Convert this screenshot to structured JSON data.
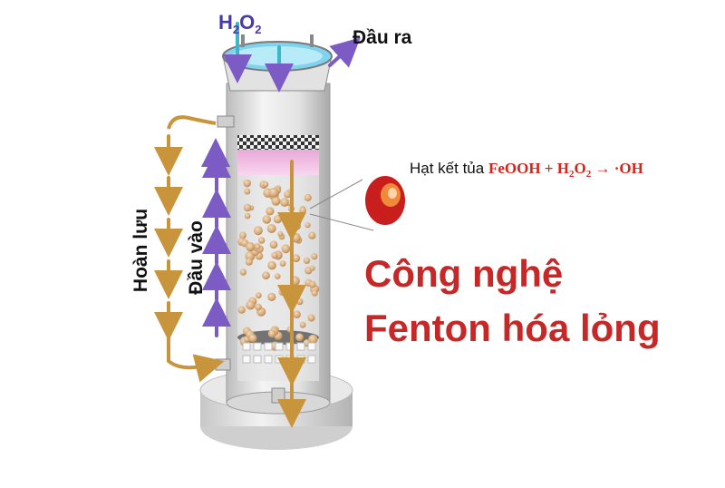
{
  "labels": {
    "h2o2_main": "H",
    "h2o2_sub1": "2",
    "h2o2_mid": "O",
    "h2o2_sub2": "2",
    "outlet": "Đầu ra",
    "recirculation": "Hoàn lưu",
    "inlet": "Đầu vào",
    "precipitate": "Hạt kết tủa",
    "reaction_a": "FeOOH + H",
    "reaction_sub1": "2",
    "reaction_b": "O",
    "reaction_sub2": "2",
    "reaction_c": " → ·OH",
    "title_line1": "Công nghệ",
    "title_line2": "Fenton hóa lỏng"
  },
  "colors": {
    "title": "#c62828",
    "reaction": "#d2261f",
    "h2o2": "#4a3aa8",
    "arrow_up": "#7c5cc4",
    "arrow_down": "#c8953c",
    "particle": "#dcb487",
    "particle_shade": "#b98e5c"
  },
  "icons": [
    "upflow-arrow-icon",
    "downflow-arrow-icon",
    "precipitate-particle-icon"
  ]
}
